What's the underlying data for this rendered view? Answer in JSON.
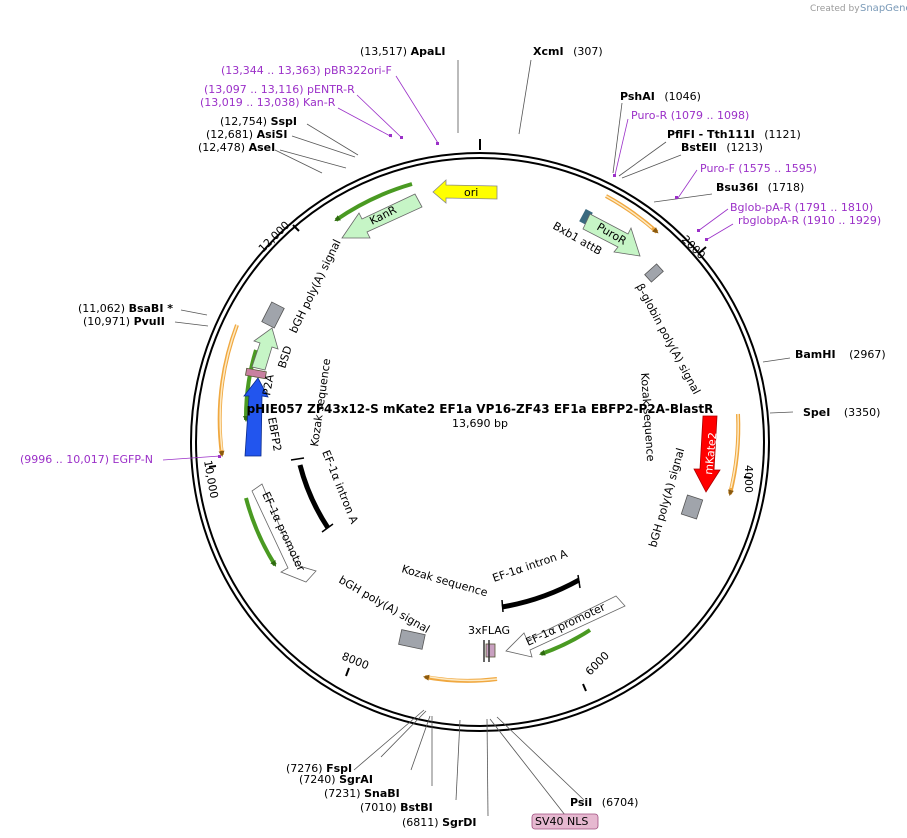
{
  "watermark": {
    "prefix": "Created by",
    "brand": "SnapGene"
  },
  "plasmid": {
    "name": "pHIE057 ZF43x12-S mKate2 EF1a VP16-ZF43 EF1a EBFP2-P2A-BlastR",
    "length": "13,690 bp"
  },
  "ticks": [
    "2000",
    "4000",
    "6000",
    "8000",
    "10,000",
    "12,000"
  ],
  "sites": [
    {
      "pos": "(13,517)",
      "name": "ApaLI"
    },
    {
      "pos": "(307)",
      "name": "XcmI"
    },
    {
      "pos": "(1046)",
      "name": "PshAI"
    },
    {
      "pos": "(1121)",
      "name": "PflFI  - Tth111I"
    },
    {
      "pos": "(1213)",
      "name": "BstEII"
    },
    {
      "pos": "(1718)",
      "name": "Bsu36I"
    },
    {
      "pos": "(2967)",
      "name": "BamHI"
    },
    {
      "pos": "(3350)",
      "name": "SpeI"
    },
    {
      "pos": "(6704)",
      "name": "PsiI"
    },
    {
      "pos": "(6811)",
      "name": "SgrDI"
    },
    {
      "pos": "(7010)",
      "name": "BstBI"
    },
    {
      "pos": "(7231)",
      "name": "SnaBI"
    },
    {
      "pos": "(7240)",
      "name": "SgrAI"
    },
    {
      "pos": "(7276)",
      "name": "FspI"
    },
    {
      "pos": "(10,971)",
      "name": "PvuII"
    },
    {
      "pos": "(11,062)",
      "name": "BsaBI *"
    },
    {
      "pos": "(12,478)",
      "name": "AseI"
    },
    {
      "pos": "(12,681)",
      "name": "AsiSI"
    },
    {
      "pos": "(12,754)",
      "name": "SspI"
    }
  ],
  "primers": [
    {
      "text": "(13,344 .. 13,363)  pBR322ori-F"
    },
    {
      "text": "(13,097 .. 13,116)  pENTR-R"
    },
    {
      "text": "(13,019 .. 13,038)  Kan-R"
    },
    {
      "text": "Puro-R    (1079 .. 1098)"
    },
    {
      "text": "Puro-F    (1575 .. 1595)"
    },
    {
      "text": "Bglob-pA-R    (1791 .. 1810)"
    },
    {
      "text": "rbglobpA-R    (1910 .. 1929)"
    },
    {
      "text": "(9996 .. 10,017)  EGFP-N"
    }
  ],
  "features": {
    "ori": "ori",
    "kanr": "KanR",
    "puror": "PuroR",
    "bxb1": "Bxb1 attB",
    "bglobin": "β-globin poly(A) signal",
    "kozak_right": "Kozak sequence",
    "mkate2": "mKate2",
    "bgh_right": "bGH poly(A) signal",
    "intron_bottom": "EF-1α intron A",
    "kozak_bottom": "Kozak sequence",
    "flag": "3xFLAG",
    "promoter_bottom": "EF-1α promoter",
    "bgh_bottom": "bGH poly(A) signal",
    "sv40": "SV40 NLS",
    "promoter_left": "EF-1α promoter",
    "intron_left": "EF-1α intron A",
    "kozak_left": "Kozak sequence",
    "ebfp2": "EBFP2",
    "p2a": "P2A",
    "bsd": "BSD",
    "bgh_left": "bGH poly(A) signal"
  },
  "colors": {
    "ori": "#ffff00",
    "kanr": "#c6f5c6",
    "puror": "#c6f5c6",
    "bsd": "#c6f5c6",
    "mkate2": "#ff0000",
    "ebfp2": "#2255ee",
    "primer": "#9b30c8",
    "polya": "#a0a4ab",
    "flag": "#c8a0c0",
    "orange_arc": "#f0a840",
    "green_arc": "#4a9a22"
  }
}
